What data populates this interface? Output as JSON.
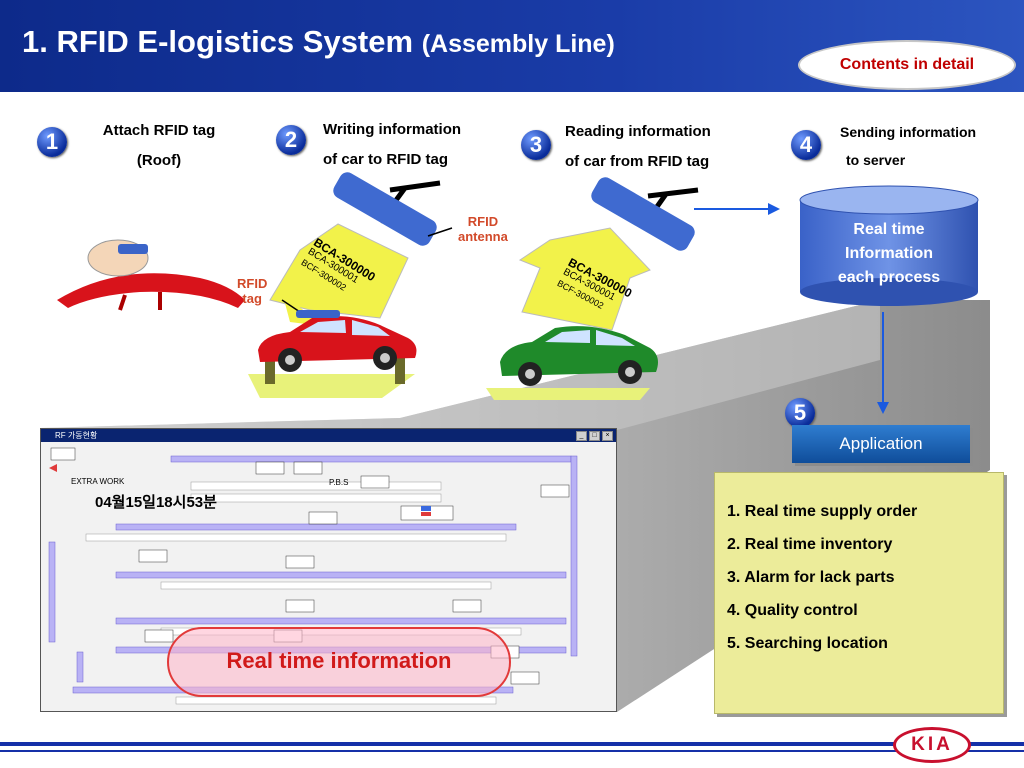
{
  "header": {
    "title": "1. RFID E-logistics System",
    "subtitle": "(Assembly Line)",
    "detail_button": "Contents in detail"
  },
  "steps": [
    {
      "num": "1",
      "line1": "Attach RFID tag",
      "line2": "(Roof)"
    },
    {
      "num": "2",
      "line1": "Writing information",
      "line2": "of car to RFID tag"
    },
    {
      "num": "3",
      "line1": "Reading information",
      "line2": "of car from RFID tag"
    },
    {
      "num": "4",
      "line1": "Sending information",
      "line2": "to server"
    },
    {
      "num": "5"
    }
  ],
  "labels": {
    "rfid_antenna_1": "RFID",
    "rfid_antenna_2": "antenna",
    "rfid_tag_1": "RFID",
    "rfid_tag_2": "tag"
  },
  "arrow_codes": {
    "a1": "BCA-300000",
    "a2": "BCA-300001",
    "a3": "BCF-300002"
  },
  "server": {
    "line1": "Real time",
    "line2": "Information",
    "line3": "each process"
  },
  "application": {
    "label": "Application",
    "items": [
      "1. Real time supply order",
      "2. Real time inventory",
      "3. Alarm for lack parts",
      "4. Quality control",
      "5. Searching location"
    ]
  },
  "screen": {
    "window_title": "RF 가동현황",
    "clock": "04월15일18시53분",
    "extra_work": "EXTRA WORK",
    "pbs": "P.B.S",
    "overlay": "Real time information"
  },
  "logo": "KIA",
  "colors": {
    "header_blue": "#1a3ca8",
    "accent_red": "#c00000",
    "arrow_yellow": "#f2f24a",
    "car_red": "#d8131b",
    "car_green": "#1f8a2a"
  }
}
